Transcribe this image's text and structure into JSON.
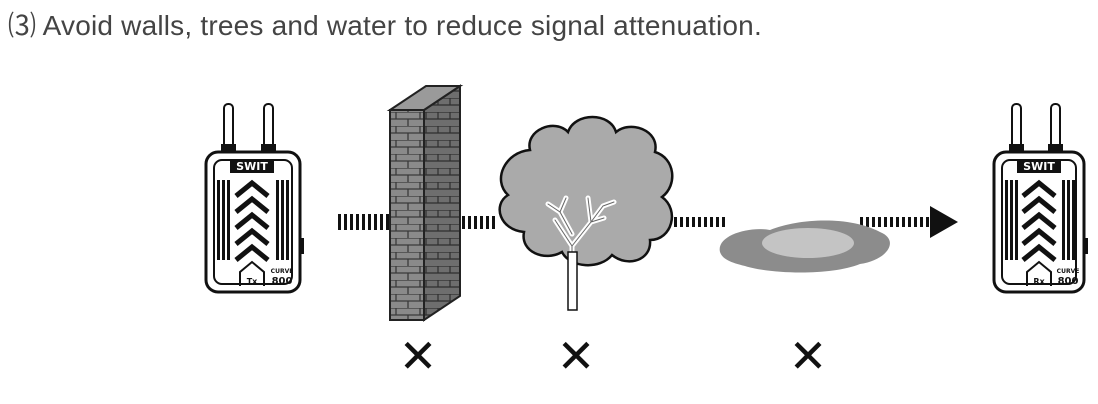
{
  "caption": "⑶ Avoid walls, trees and water to reduce signal attenuation.",
  "transmitter": {
    "brand": "SWIT",
    "tag": "Tx",
    "model_line1": "CURVE",
    "model_line2": "800"
  },
  "receiver": {
    "brand": "SWIT",
    "tag": "Rx",
    "model_line1": "CURVE",
    "model_line2": "800"
  },
  "obstacles": [
    {
      "name": "wall",
      "marker": "✕"
    },
    {
      "name": "tree",
      "marker": "✕"
    },
    {
      "name": "water",
      "marker": "✕"
    }
  ],
  "colors": {
    "device": "#1a1a1a",
    "wall": "#7a7a7a",
    "tree": "#a9a9a9",
    "water_outer": "#8c8c8c",
    "water_inner": "#c4c4c4"
  }
}
